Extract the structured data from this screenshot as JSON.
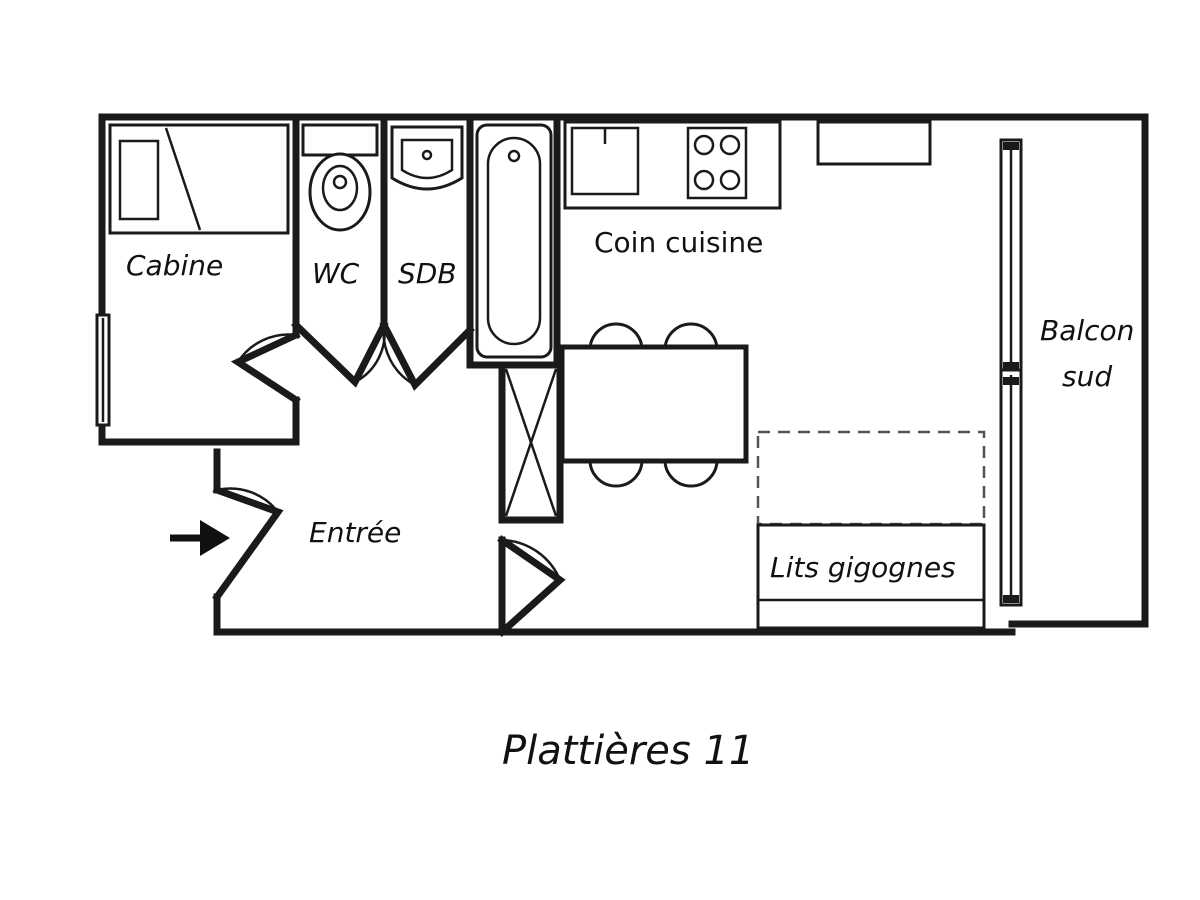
{
  "plan": {
    "caption": "Plattières 11",
    "rooms": {
      "cabine": "Cabine",
      "wc": "WC",
      "sdb": "SDB",
      "coin_cuisine": "Coin cuisine",
      "balcon_line1": "Balcon",
      "balcon_line2": "sud",
      "entree": "Entrée",
      "lits_gigognes": "Lits gigognes"
    },
    "icons": {
      "entry": "entry-arrow-icon",
      "toilet": "toilet-icon",
      "sink": "washbasin-icon",
      "bathtub": "bathtub-icon",
      "kitchen_sink": "kitchen-sink-icon",
      "cooktop": "cooktop-icon"
    }
  }
}
